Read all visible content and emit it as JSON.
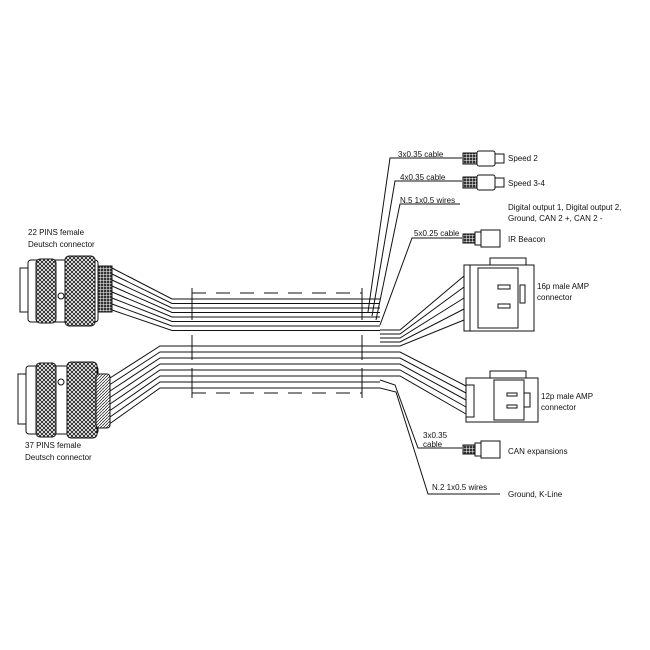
{
  "left_connectors": {
    "top": {
      "line1": "22 PINS female",
      "line2": "Deutsch connector"
    },
    "bottom": {
      "line1": "37 PINS female",
      "line2": "Deutsch connector"
    }
  },
  "branches": {
    "speed2": {
      "cable": "3x0.35 cable",
      "label": "Speed 2"
    },
    "speed34": {
      "cable": "4x0.35 cable",
      "label": "Speed 3-4"
    },
    "digital": {
      "cable": "N.5 1x0.5 wires",
      "line1": "Digital output 1, Digital output 2,",
      "line2": "Ground, CAN 2 +, CAN 2 -"
    },
    "ir": {
      "cable": "5x0.25 cable",
      "label": "IR Beacon"
    },
    "amp16": {
      "line1": "16p male AMP",
      "line2": "connector"
    },
    "amp12": {
      "line1": "12p male AMP",
      "line2": "connector"
    },
    "can": {
      "cable1": "3x0.35",
      "cable2": "cable",
      "label": "CAN expansions"
    },
    "kline": {
      "cable": "N.2 1x0.5 wires",
      "label": "Ground, K-Line"
    }
  }
}
